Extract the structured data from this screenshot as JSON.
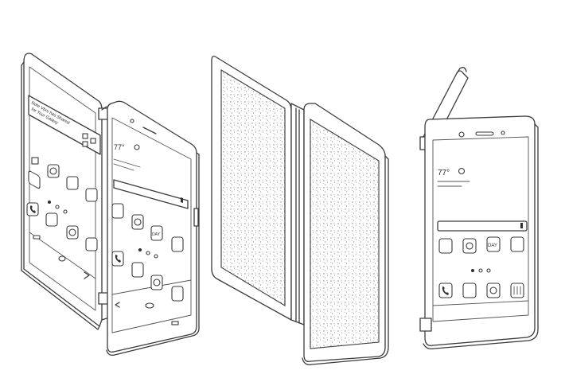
{
  "left_device": {
    "banner_lines": [
      "Note Vbrs has Shared",
      "for Your Galaxy"
    ],
    "weather_temp": "77°",
    "app_labels": [
      "DAY"
    ]
  },
  "right_device": {
    "weather_temp": "77°",
    "app_labels": [
      "DAY"
    ]
  },
  "colors": {
    "line": "#3a3a3a",
    "background": "#ffffff"
  }
}
